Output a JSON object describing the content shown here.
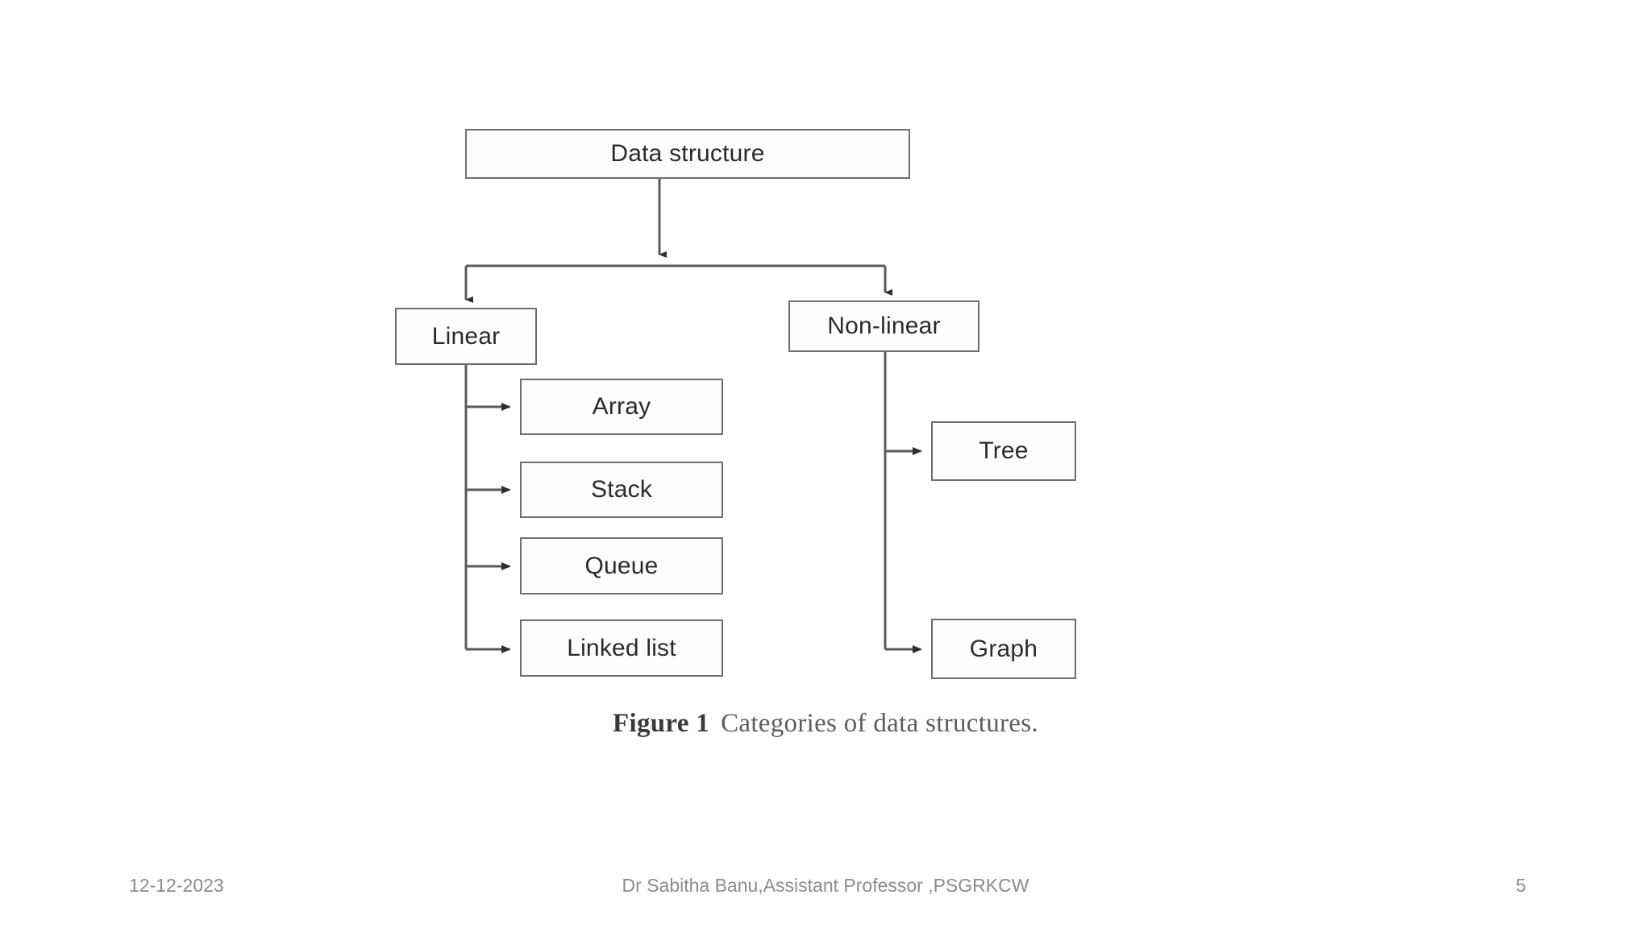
{
  "slide": {
    "page_number": "5",
    "background_color": "#ffffff"
  },
  "diagram": {
    "line_color": "#5a5a5a",
    "box_border_color": "#6e6e6e",
    "box_fill_color": "#fdfdfd",
    "text_color": "#2b2b2b",
    "nodes": {
      "root": "Data structure",
      "linear": "Linear",
      "nonlinear": "Non-linear",
      "array": "Array",
      "stack": "Stack",
      "queue": "Queue",
      "linked_list": "Linked list",
      "tree": "Tree",
      "graph": "Graph"
    },
    "hierarchy": [
      {
        "parent": "Data structure",
        "children": [
          "Linear",
          "Non-linear"
        ]
      },
      {
        "parent": "Linear",
        "children": [
          "Array",
          "Stack",
          "Queue",
          "Linked list"
        ]
      },
      {
        "parent": "Non-linear",
        "children": [
          "Tree",
          "Graph"
        ]
      }
    ]
  },
  "caption": {
    "label": "Figure 1",
    "text": "Categories of data structures."
  },
  "footer": {
    "date": "12-12-2023",
    "center": "Dr Sabitha Banu,Assistant Professor ,PSGRKCW",
    "page": "5"
  }
}
